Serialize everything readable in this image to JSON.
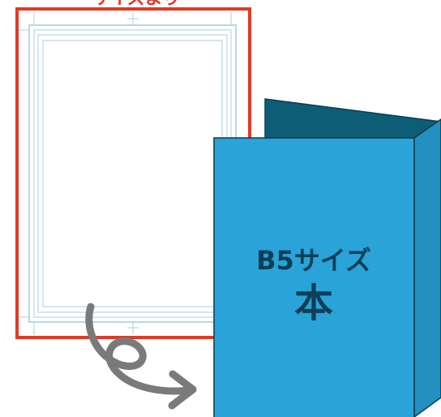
{
  "top_label": "サイズより",
  "book": {
    "size_label": "B5サイズ",
    "kind_label": "本"
  },
  "colors": {
    "trim_border": "#e03a25",
    "guide_lines": "#b9d6e6",
    "book_front": "#2aa3d8",
    "book_back": "#0d5d76",
    "book_side": "#2390c0",
    "book_text": "#0d3f57",
    "arrow": "#7a7a7a"
  }
}
